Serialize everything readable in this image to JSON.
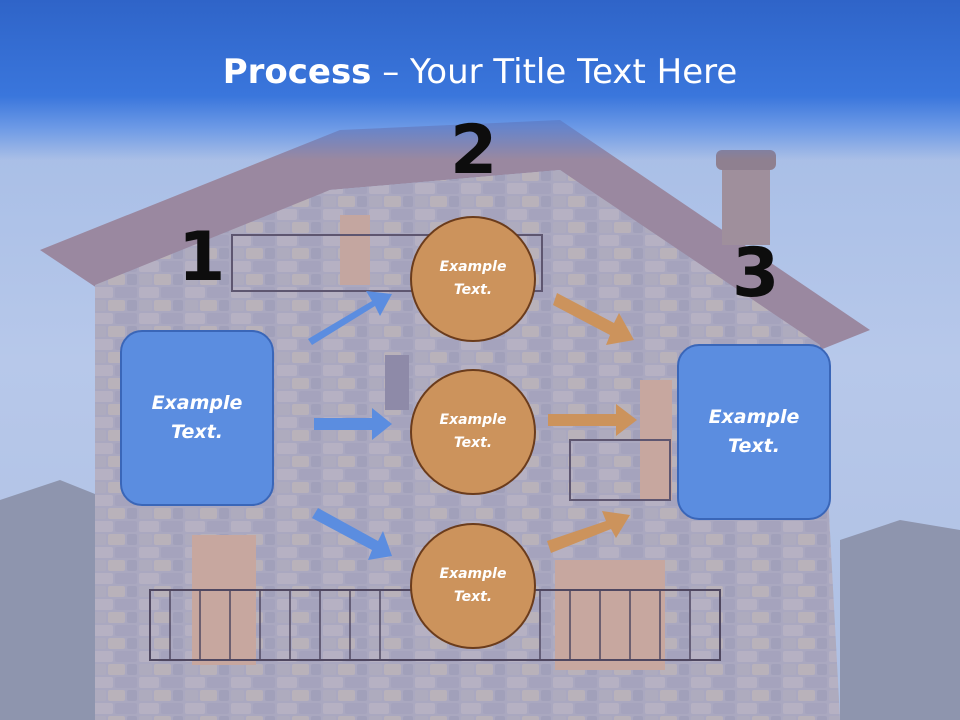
{
  "title": {
    "bold": "Process",
    "rest": " – Your Title Text Here"
  },
  "steps": {
    "one": "1",
    "two": "2",
    "three": "3"
  },
  "boxes": {
    "left": "Example\nText.",
    "right": "Example\nText."
  },
  "circles": [
    "Example\nText.",
    "Example\nText.",
    "Example\nText."
  ],
  "colors": {
    "box": "#5b8de0",
    "circle": "#cc935c",
    "left_arrows": "#5b8de0",
    "right_arrows": "#cc935c",
    "title_band": "#2f64c8"
  }
}
